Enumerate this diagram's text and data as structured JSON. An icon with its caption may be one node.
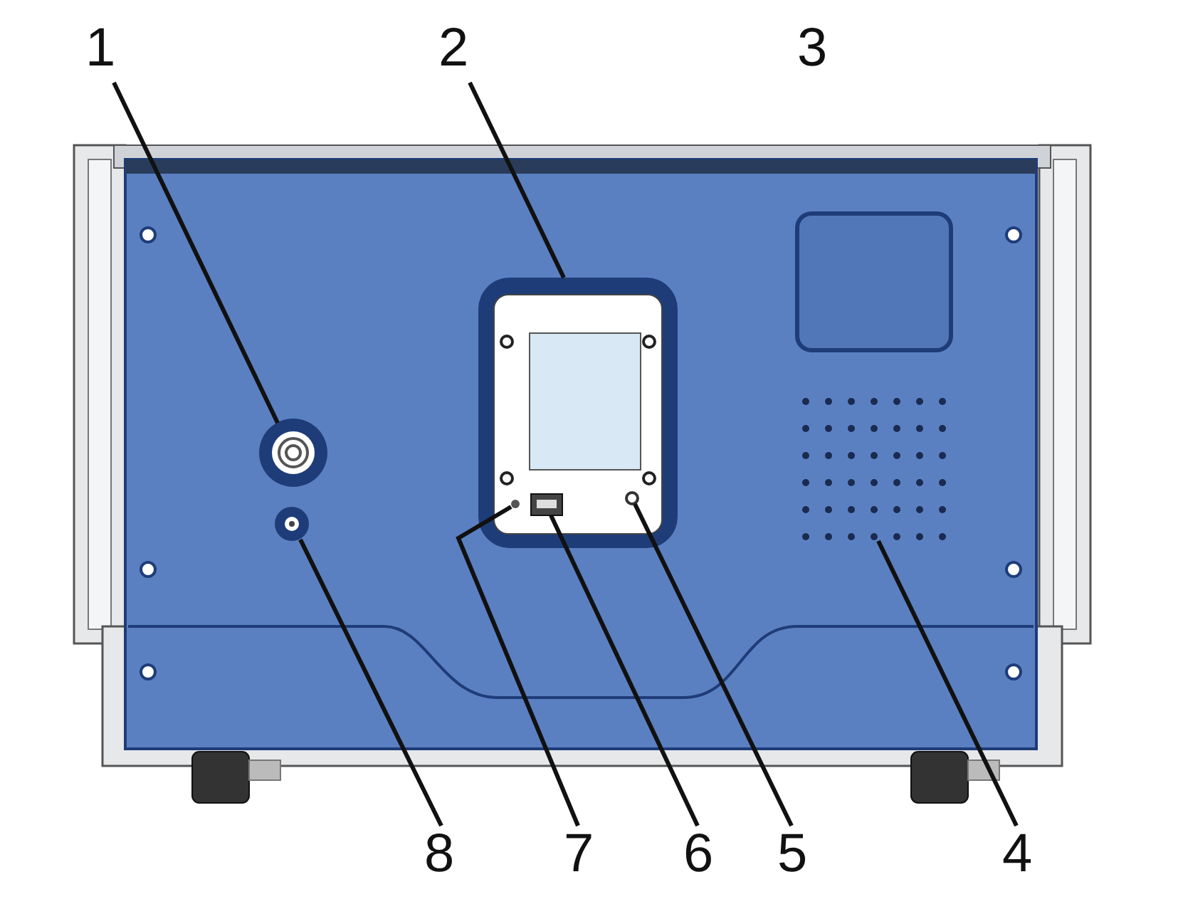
{
  "diagram": {
    "nodes": [
      {
        "text": [
          "1"
        ]
      },
      {
        "text": [
          "2"
        ]
      },
      {
        "text": [
          "8"
        ]
      },
      {
        "text": [
          "7"
        ]
      },
      {
        "text": [
          "6"
        ]
      },
      {
        "text": [
          "5"
        ]
      },
      {
        "text": [
          "4"
        ]
      },
      {
        "text": [],
        "shape": "circle"
      },
      {
        "text": [],
        "shape": "box"
      },
      {
        "text": [],
        "shape": "circle"
      },
      {
        "text": [],
        "shape": "circle",
        "in": 8
      },
      {
        "text": [],
        "shape": "box",
        "in": 8
      },
      {
        "text": [],
        "shape": "circle",
        "in": 8
      },
      {
        "text": [],
        "shape": "grid"
      }
    ],
    "edges": [
      {
        "from": 0,
        "to": 7,
        "arrow": "none"
      },
      {
        "from": 1,
        "to": 8,
        "arrow": "none"
      },
      {
        "from": 2,
        "to": 9,
        "arrow": "none"
      },
      {
        "from": 3,
        "to": 10,
        "arrow": "none"
      },
      {
        "from": 4,
        "to": 11,
        "arrow": "none"
      },
      {
        "from": 5,
        "to": 12,
        "arrow": "none"
      },
      {
        "from": 6,
        "to": 13,
        "arrow": "none"
      }
    ],
    "labels": [
      "3"
    ]
  }
}
